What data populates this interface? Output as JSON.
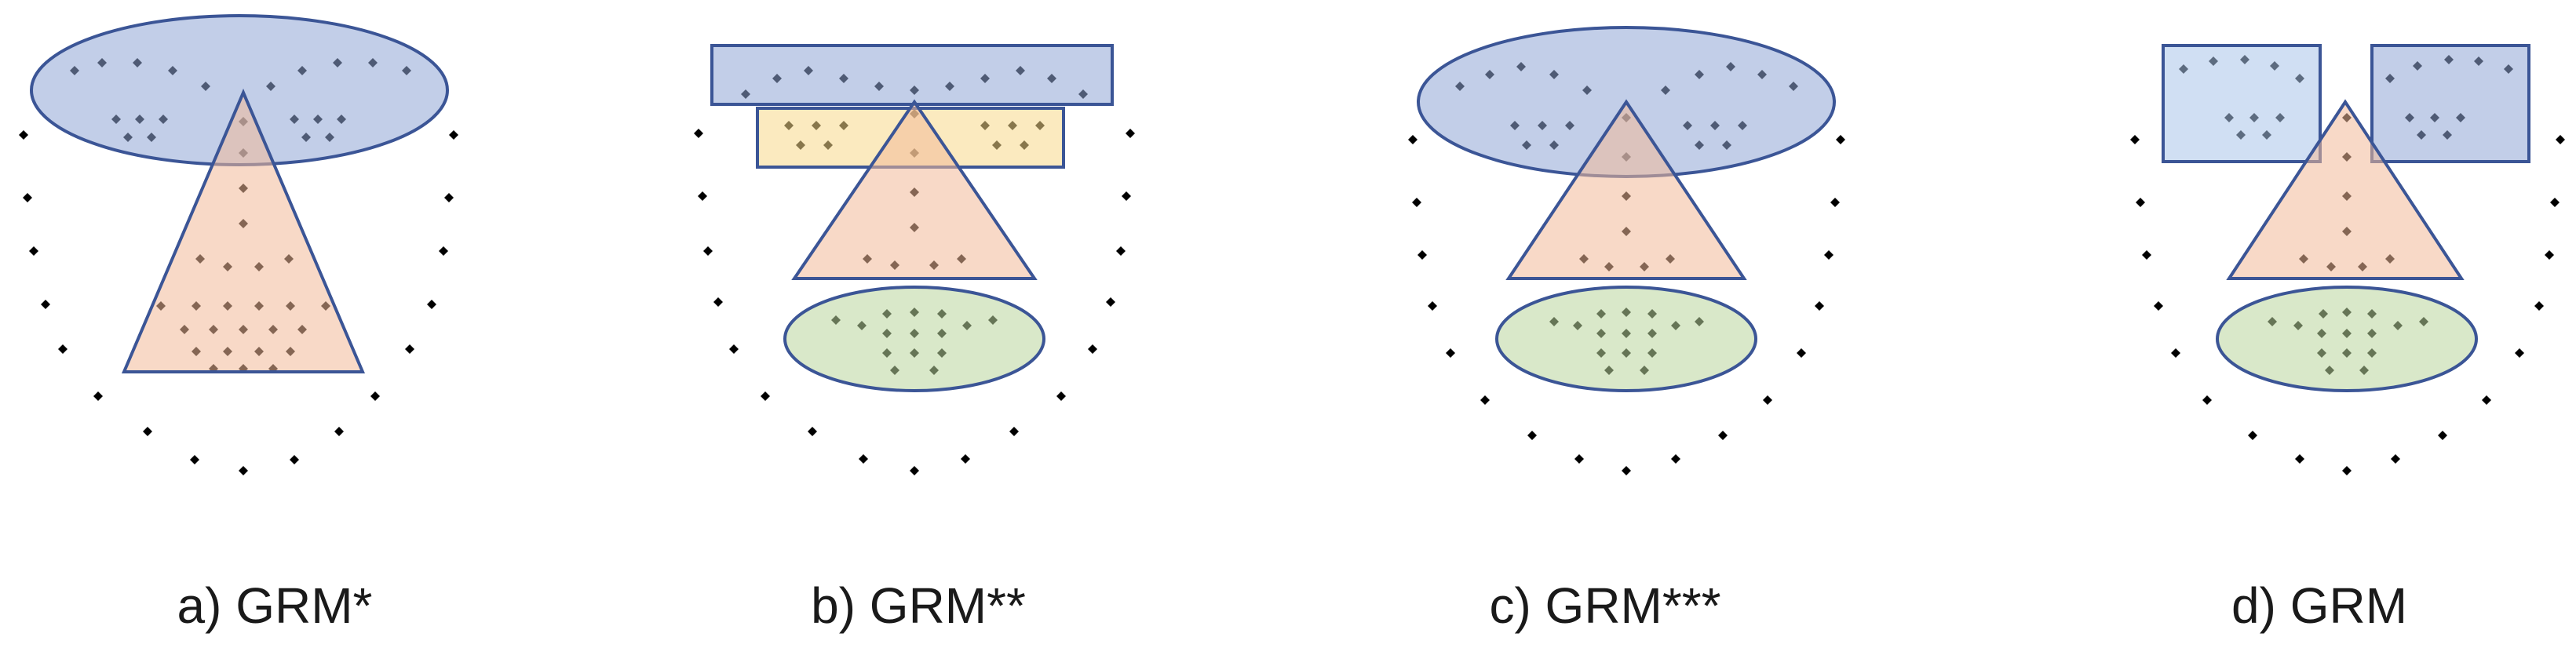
{
  "panels": [
    {
      "id": "a",
      "caption": "a) GRM*",
      "regions": [
        {
          "name": "upper-region",
          "shape": "ellipse",
          "color": "#8fa6d6"
        },
        {
          "name": "center-region",
          "shape": "triangle",
          "color": "#f3b999"
        }
      ]
    },
    {
      "id": "b",
      "caption": "b) GRM**",
      "regions": [
        {
          "name": "top-strip-region",
          "shape": "rectangle",
          "color": "#8fa6d6"
        },
        {
          "name": "second-strip-region",
          "shape": "rectangle",
          "color": "#f7d98a"
        },
        {
          "name": "center-region",
          "shape": "triangle",
          "color": "#f3b999"
        },
        {
          "name": "lower-region",
          "shape": "ellipse",
          "color": "#b9d69c"
        }
      ]
    },
    {
      "id": "c",
      "caption": "c) GRM***",
      "regions": [
        {
          "name": "upper-region",
          "shape": "ellipse",
          "color": "#8fa6d6"
        },
        {
          "name": "center-region",
          "shape": "triangle",
          "color": "#f3b999"
        },
        {
          "name": "lower-region",
          "shape": "ellipse",
          "color": "#b9d69c"
        }
      ]
    },
    {
      "id": "d",
      "caption": "d) GRM",
      "regions": [
        {
          "name": "left-upper-region",
          "shape": "rectangle",
          "color": "#a9c4ea"
        },
        {
          "name": "right-upper-region",
          "shape": "rectangle",
          "color": "#8fa6d6"
        },
        {
          "name": "center-region",
          "shape": "triangle",
          "color": "#f3b999"
        },
        {
          "name": "lower-region",
          "shape": "ellipse",
          "color": "#b9d69c"
        }
      ]
    }
  ],
  "colors": {
    "outline": "#3b5596",
    "point": "#000000"
  }
}
